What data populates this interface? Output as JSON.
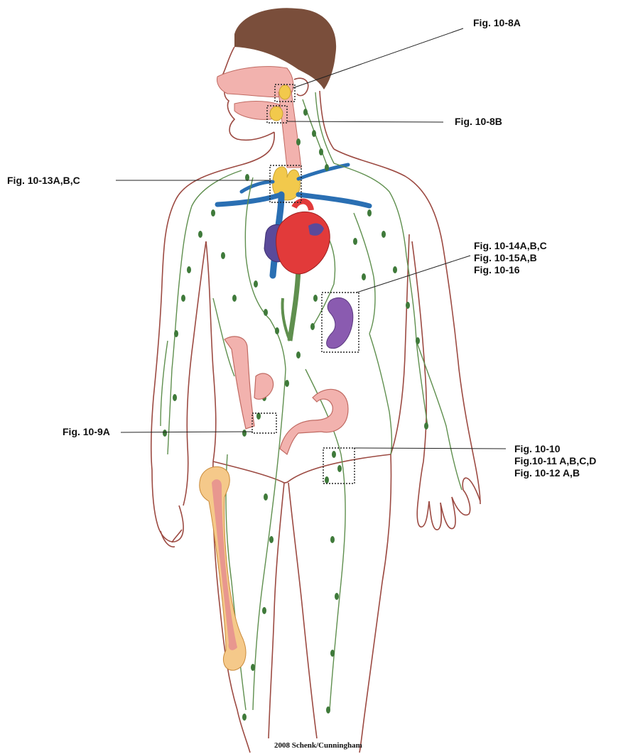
{
  "callouts": {
    "fig_10_8a": "Fig. 10-8A",
    "fig_10_8b": "Fig. 10-8B",
    "fig_10_13": "Fig. 10-13A,B,C",
    "spleen_lines": [
      "Fig. 10-14A,B,C",
      "Fig. 10-15A,B",
      "Fig. 10-16"
    ],
    "fig_10_9a": "Fig. 10-9A",
    "node_lines": [
      "Fig. 10-10",
      "Fig.10-11 A,B,C,D",
      "Fig. 10-12 A,B"
    ]
  },
  "credit": "2008 Schenk/Cunningham",
  "colors": {
    "outline": "#9c4a42",
    "hair": "#7a4e3b",
    "lymph": "#5f8f4e",
    "node": "#3f7a3a",
    "vein": "#2a6fb3",
    "artery": "#e23a3a",
    "heart_dark": "#5a4a9a",
    "spleen": "#8a5bb0",
    "thyroid": "#f2c94c",
    "mucosa": "#f2b2ae",
    "bone_outer": "#f5c98a",
    "bone_inner": "#e8978f"
  }
}
